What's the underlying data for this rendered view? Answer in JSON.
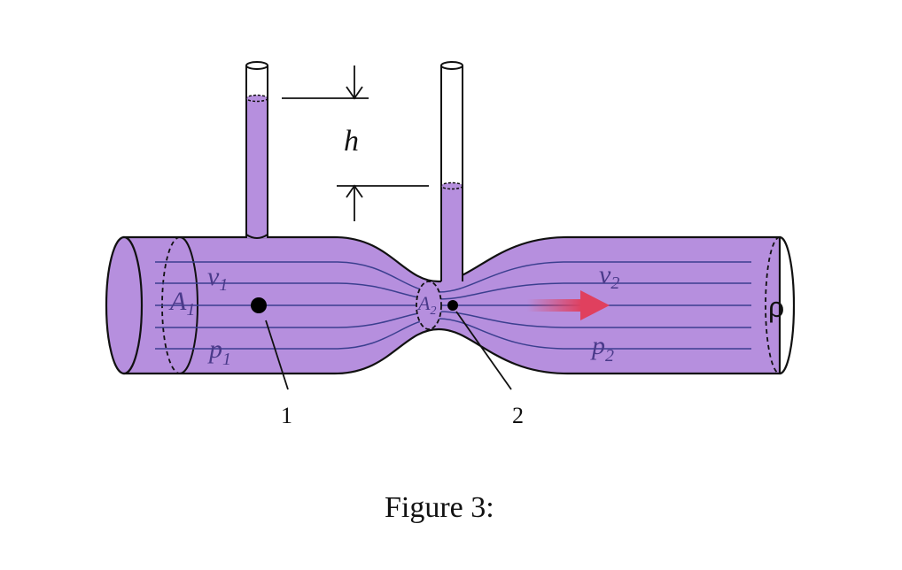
{
  "diagram": {
    "colors": {
      "fluid": "#b68fde",
      "outline": "#111111",
      "streamline": "#3b3f8f",
      "arrow": "#e0405e",
      "label": "#4a3a8a"
    },
    "labels": {
      "v1": {
        "main": "v",
        "sub": "1"
      },
      "v2": {
        "main": "v",
        "sub": "2"
      },
      "A1": {
        "main": "A",
        "sub": "1"
      },
      "A2": {
        "main": "A",
        "sub": "2"
      },
      "p1": {
        "main": "p",
        "sub": "1"
      },
      "p2": {
        "main": "p",
        "sub": "2"
      },
      "h": "h",
      "point1": "1",
      "point2": "2",
      "density": "ρ"
    },
    "caption": "Figure 3:"
  }
}
